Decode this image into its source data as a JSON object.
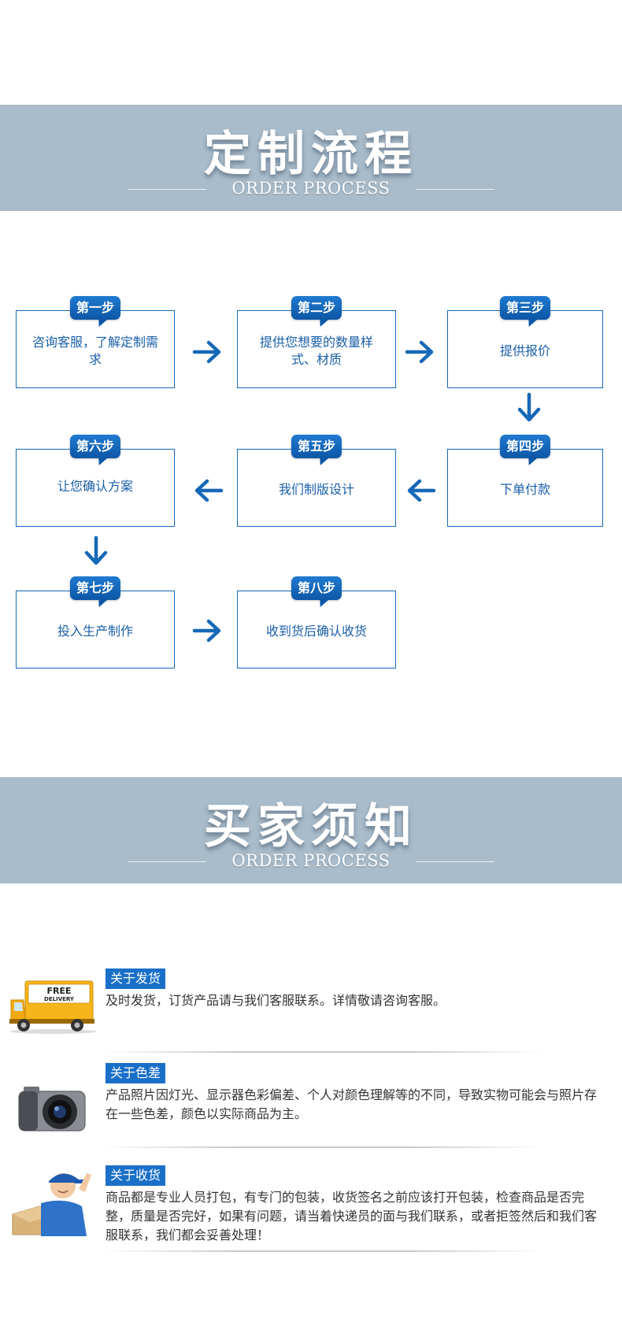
{
  "process_banner": {
    "title": "定制流程",
    "subtitle": "ORDER PROCESS"
  },
  "steps": [
    {
      "badge": "第一步",
      "text": "咨询客服，了解定制需求"
    },
    {
      "badge": "第二步",
      "text": "提供您想要的数量样式、材质"
    },
    {
      "badge": "第三步",
      "text": "提供报价"
    },
    {
      "badge": "第四步",
      "text": "下单付款"
    },
    {
      "badge": "第五步",
      "text": "我们制版设计"
    },
    {
      "badge": "第六步",
      "text": "让您确认方案"
    },
    {
      "badge": "第七步",
      "text": "投入生产制作"
    },
    {
      "badge": "第八步",
      "text": "收到货后确认收货"
    }
  ],
  "notice_banner": {
    "title": "买家须知",
    "subtitle": "ORDER PROCESS"
  },
  "notices": [
    {
      "icon": "delivery-truck-icon",
      "badge_text": "FREE DELIVERY",
      "title": "关于发货",
      "body": "及时发货，订货产品请与我们客服联系。详情敬请咨询客服。"
    },
    {
      "icon": "camera-icon",
      "title": "关于色差",
      "body": "产品照片因灯光、显示器色彩偏差、个人对颜色理解等的不同，导致实物可能会与照片存在一些色差，颜色以实际商品为主。"
    },
    {
      "icon": "courier-icon",
      "title": "关于收货",
      "body": "商品都是专业人员打包，有专门的包装，收货签名之前应该打开包装，检查商品是否完整，质量是否完好，如果有问题，请当着快递员的面与我们联系，或者拒签然后和我们客服联系，我们都会妥善处理！"
    }
  ],
  "colors": {
    "banner_bg": "#a9bccb",
    "accent_blue": "#1668b8",
    "step_text": "#1a5fa8",
    "notice_badge": "#1a70c8"
  }
}
